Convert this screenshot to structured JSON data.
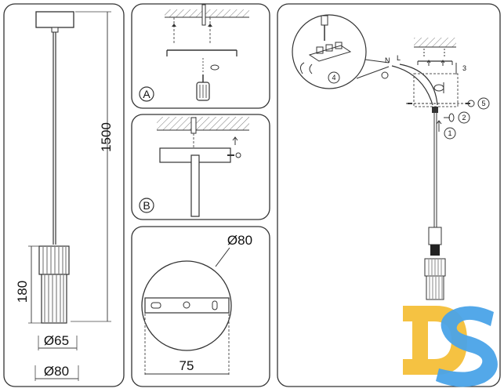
{
  "lamp_panel": {
    "height_label": "1500",
    "shade_height_label": "180",
    "shade_diameter_label": "Ø65",
    "base_diameter_label": "Ø80"
  },
  "step_a": {
    "label": "A"
  },
  "step_b": {
    "label": "B"
  },
  "canopy_panel": {
    "diameter_label": "Ø80",
    "bracket_width_label": "75"
  },
  "assembly_panel": {
    "callouts": [
      "1",
      "2",
      "3",
      "4",
      "5"
    ],
    "wire_labels": [
      "N",
      "L"
    ]
  },
  "logo": {
    "text": "DS",
    "colors": {
      "d": "#f5c242",
      "s": "#4aa3e8"
    }
  }
}
